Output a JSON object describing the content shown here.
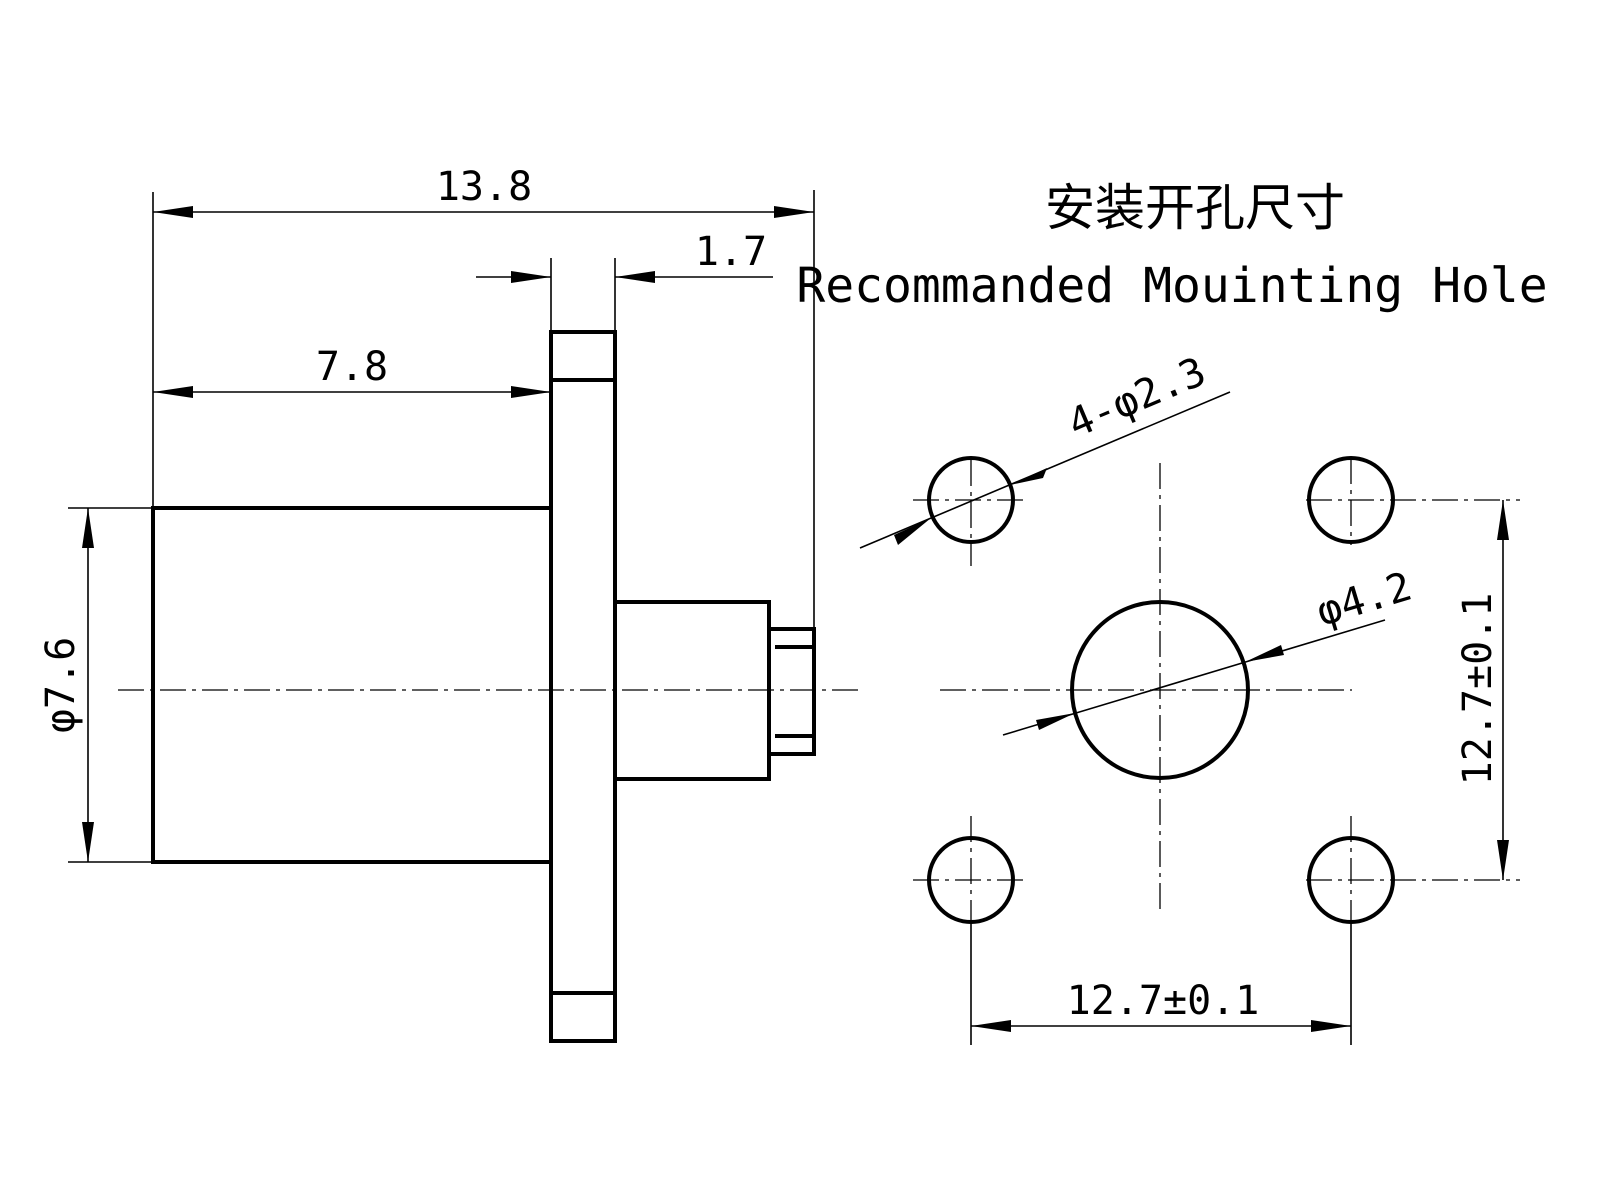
{
  "drawing": {
    "title_cn": "安装开孔尺寸",
    "title_en": "Recommanded Mouinting Hole",
    "side_view": {
      "overall_length": "13.8",
      "body_length": "7.8",
      "flange_thickness": "1.7",
      "body_diameter": "φ7.6"
    },
    "hole_pattern": {
      "mounting_holes": "4-φ2.3",
      "center_hole": "φ4.2",
      "horizontal_spacing": "12.7±0.1",
      "vertical_spacing": "12.7±0.1"
    }
  }
}
